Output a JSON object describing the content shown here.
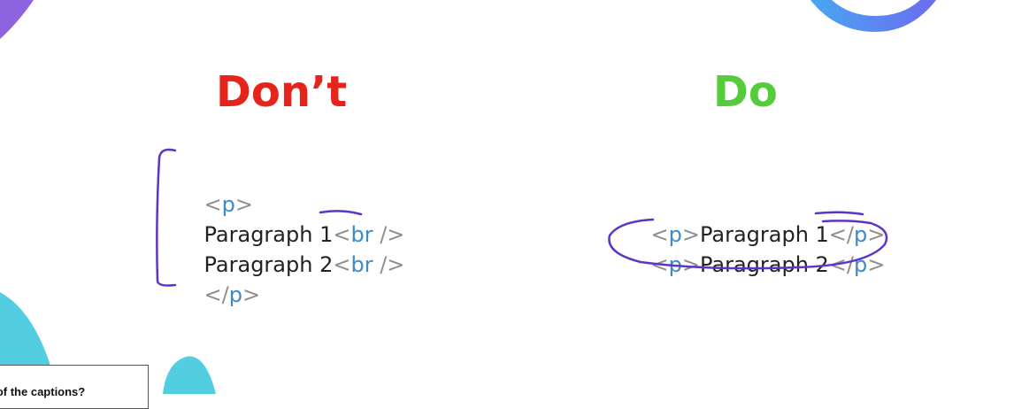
{
  "colors": {
    "dont": "#e5241b",
    "do": "#56cc3c",
    "tag_angle": "#8e8e8e",
    "tag_name": "#3f89c7",
    "text": "#222222",
    "ink": "#5b35c8",
    "deco_purple": "#8e63e0",
    "deco_cyan": "#53cde0",
    "deco_blue": "#4f8df0"
  },
  "headings": {
    "dont": "Don’t",
    "do": "Do"
  },
  "dont_code": {
    "line1": {
      "open": "<",
      "name": "p",
      "close": ">"
    },
    "line2": {
      "text": "Paragraph 1",
      "open": "<",
      "name": "br",
      "close": " />"
    },
    "line3": {
      "text": "Paragraph 2",
      "open": "<",
      "name": "br",
      "close": " />"
    },
    "line4": {
      "open": "</",
      "name": "p",
      "close": ">"
    }
  },
  "do_code": {
    "line1": {
      "open": "<",
      "name": "p",
      "mid": ">",
      "text": "Paragraph 1",
      "open2": "</",
      "name2": "p",
      "close": ">"
    },
    "line2": {
      "open": "<",
      "name": "p",
      "mid": ">",
      "text": "Paragraph 2",
      "open2": "</",
      "name2": "p",
      "close": ">"
    }
  },
  "caption": {
    "text": "k of the captions?"
  },
  "annotations": {
    "bracket": "bracket-mark",
    "underline": "underline-mark",
    "circle": "circle-mark"
  }
}
